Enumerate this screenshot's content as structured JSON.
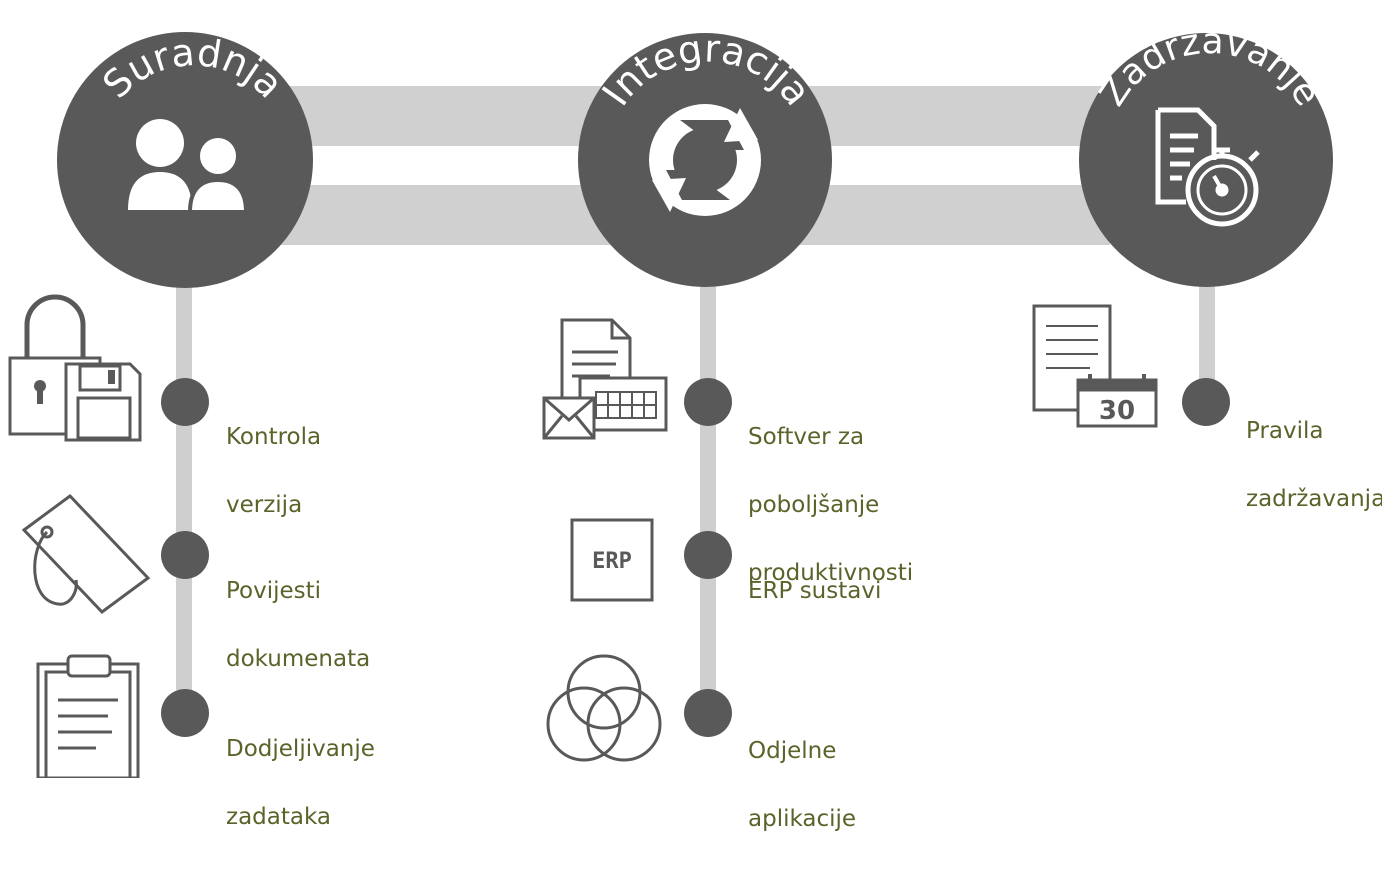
{
  "colors": {
    "hub": "#595959",
    "band": "#d0d0d0",
    "connector": "#cfcfcf",
    "dot": "#595959",
    "label": "#58642a",
    "icon": "#595959"
  },
  "hubs": [
    {
      "title": "Suradnja",
      "icon": "users-icon",
      "items": [
        {
          "lines": [
            "Kontrola",
            "verzija"
          ],
          "icon": "padlock-floppy-icon"
        },
        {
          "lines": [
            "Povijesti",
            "dokumenata"
          ],
          "icon": "tag-icon"
        },
        {
          "lines": [
            "Dodjeljivanje",
            "zadataka"
          ],
          "icon": "clipboard-icon"
        }
      ]
    },
    {
      "title": "Integracija",
      "icon": "sync-icon",
      "items": [
        {
          "lines": [
            "Softver za",
            "poboljšanje",
            "produktivnosti"
          ],
          "icon": "document-mail-calendar-icon"
        },
        {
          "lines": [
            "ERP sustavi"
          ],
          "icon": "erp-icon",
          "icon_text": "ERP"
        },
        {
          "lines": [
            "Odjelne",
            "aplikacije"
          ],
          "icon": "venn-circles-icon"
        }
      ]
    },
    {
      "title": "Zadržavanje",
      "icon": "document-stopwatch-icon",
      "items": [
        {
          "lines": [
            "Pravila",
            "zadržavanja"
          ],
          "icon": "document-calendar-icon",
          "icon_text": "30"
        }
      ]
    }
  ]
}
